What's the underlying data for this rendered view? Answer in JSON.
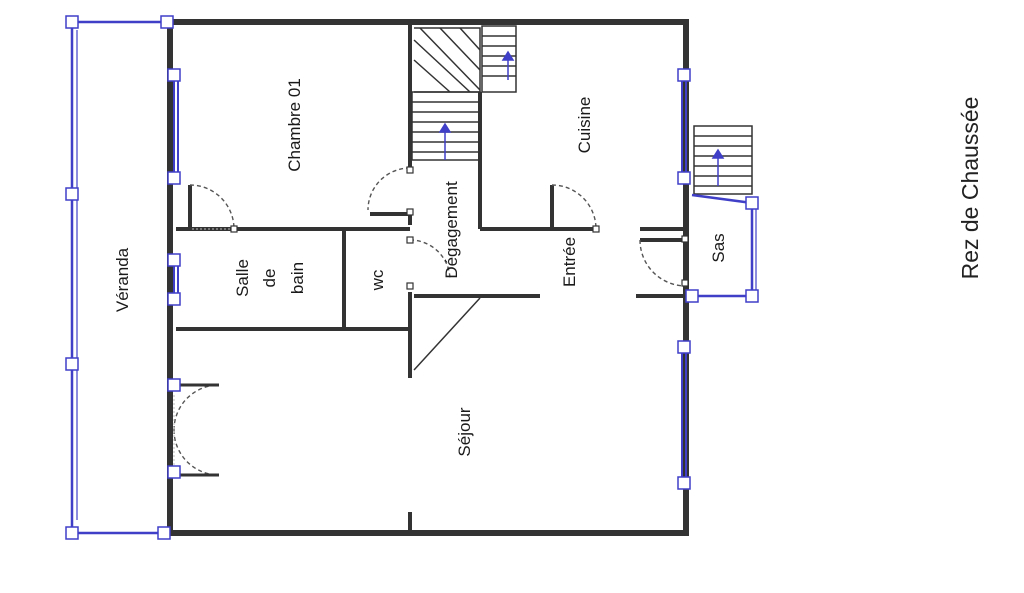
{
  "plan": {
    "title": "Rez de Chaussée",
    "rooms": {
      "chambre": "Chambre 01",
      "cuisine": "Cuisine",
      "degagement": "Dégagement",
      "salle_de_bain": [
        "Salle",
        "de",
        "bain"
      ],
      "wc": "wc",
      "entree": "Entrée",
      "sas": "Sas",
      "veranda": "Véranda",
      "sejour": "Séjour"
    }
  },
  "colors": {
    "wall": "#333333",
    "selection": "#3f3fc8",
    "handle_fill": "#ffffff",
    "door_arc": "#555555"
  },
  "icons": [
    "stair-arrow-icon",
    "selection-handle-icon"
  ]
}
